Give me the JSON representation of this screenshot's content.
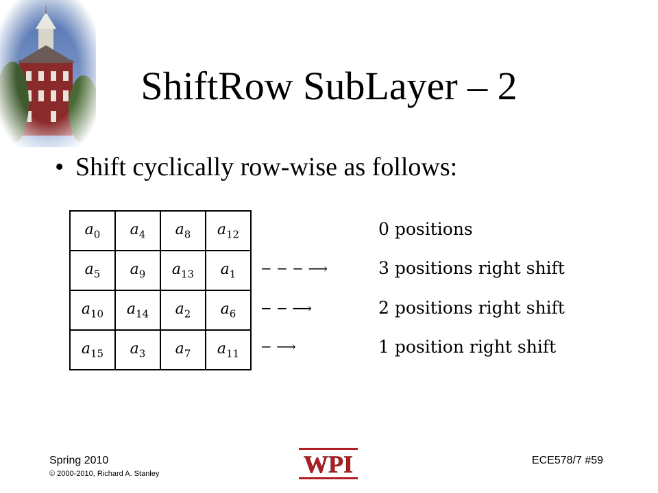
{
  "slide": {
    "title": "ShiftRow SubLayer – 2",
    "bullet": "Shift cyclically row-wise as follows:",
    "matrix": [
      [
        "a0",
        "a4",
        "a8",
        "a12"
      ],
      [
        "a5",
        "a9",
        "a13",
        "a1"
      ],
      [
        "a10",
        "a14",
        "a2",
        "a6"
      ],
      [
        "a15",
        "a3",
        "a7",
        "a11"
      ]
    ],
    "arrows": [
      "",
      "− − − ⟶",
      "− − ⟶",
      "− ⟶"
    ],
    "shift_labels": [
      "0 positions",
      "3 positions right shift",
      "2 positions right shift",
      "1 position right shift"
    ]
  },
  "footer": {
    "term": "Spring 2010",
    "copyright": "© 2000-2010, Richard A. Stanley",
    "slide_id": "ECE578/7 #59",
    "logo_text": "WPI"
  },
  "colors": {
    "logo_red": "#b01e23",
    "building_red": "#8b2a2a",
    "sky": "#6f8fc0"
  }
}
